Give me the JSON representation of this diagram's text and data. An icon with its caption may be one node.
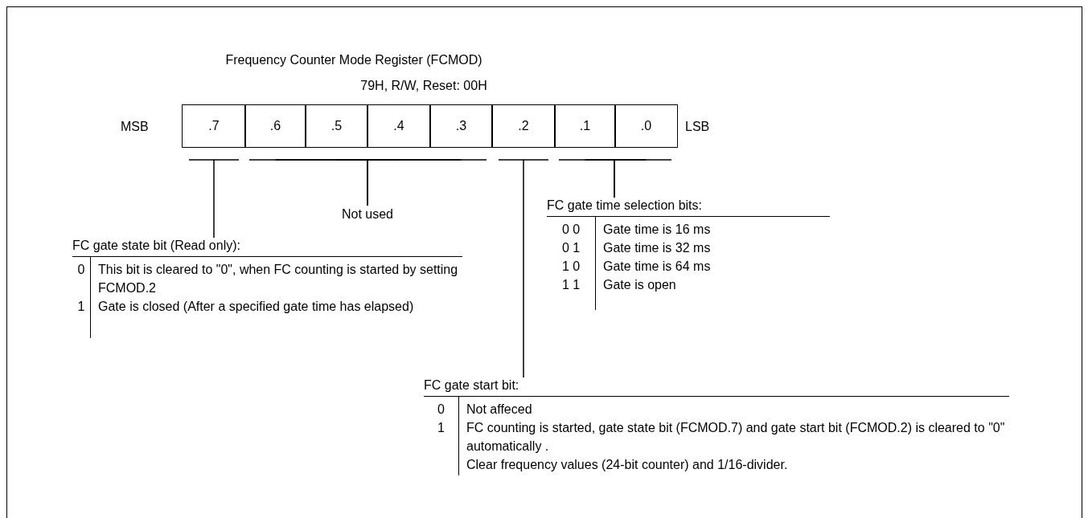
{
  "diagram": {
    "title": "Frequency Counter Mode Register (FCMOD)",
    "nodes": [
      {
        "text": [
          ".7"
        ]
      },
      {
        "text": [
          ".6"
        ]
      },
      {
        "text": [
          ".5"
        ]
      },
      {
        "text": [
          ".4"
        ]
      },
      {
        "text": [
          ".3"
        ]
      },
      {
        "text": [
          ".2"
        ]
      },
      {
        "text": [
          ".1"
        ]
      },
      {
        "text": [
          ".0"
        ]
      },
      {
        "text": [
          "Not used"
        ]
      },
      {
        "text": [
          "FC gate state bit (Read only):",
          "0",
          "This bit is cleared to \"0\", when FC counting is started by setting FCMOD.2",
          "1",
          "Gate is closed (After a specified gate time has elapsed)"
        ]
      },
      {
        "text": [
          "FC gate time selection bits:",
          "0 0",
          "Gate time is 16 ms",
          "0 1",
          "Gate time is 32 ms",
          "1 0",
          "Gate time is 64 ms",
          "1 1",
          "Gate is open"
        ]
      },
      {
        "text": [
          "FC gate start bit:",
          "0",
          "Not affeced",
          "1",
          "FC counting is started, gate state bit (FCMOD.7) and gate start bit (FCMOD.2) is cleared to \"0\" automatically .",
          "Clear frequency values (24-bit counter) and 1/16-divider."
        ]
      }
    ],
    "edges": [
      {
        "from": 0,
        "to": 9,
        "arrow": "none"
      },
      {
        "from": 1,
        "to": 8,
        "arrow": "none"
      },
      {
        "from": 2,
        "to": 8,
        "arrow": "none"
      },
      {
        "from": 3,
        "to": 8,
        "arrow": "none"
      },
      {
        "from": 4,
        "to": 8,
        "arrow": "none"
      },
      {
        "from": 5,
        "to": 11,
        "arrow": "none"
      },
      {
        "from": 6,
        "to": 10,
        "arrow": "none"
      },
      {
        "from": 7,
        "to": 10,
        "arrow": "none"
      }
    ],
    "labels": [
      "79H, R/W, Reset: 00H",
      "MSB",
      "LSB"
    ]
  }
}
